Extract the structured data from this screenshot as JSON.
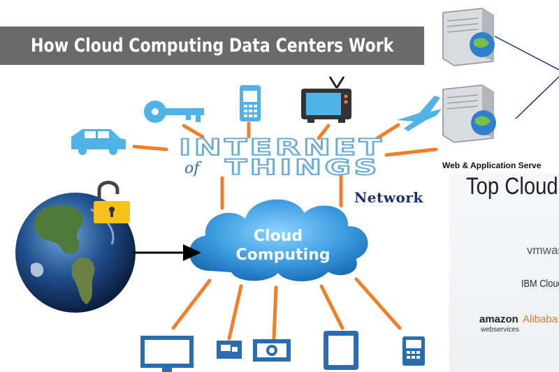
{
  "title": "How Cloud Computing Data Centers Work",
  "iot": {
    "line1": "INTERNET",
    "line2_of": "of",
    "line2_things": "THINGS"
  },
  "cloud_label": {
    "line1": "Cloud",
    "line2": "Computing"
  },
  "network_label": "Network",
  "server_caption": "Web & Application Serve",
  "top_cloud_heading": "Top Cloud",
  "providers": {
    "vmware": "vmware",
    "ibm": "IBM Cloud",
    "amazon": "amazon",
    "amazon_sub": "webservices",
    "alibaba": "Alibaba"
  },
  "colors": {
    "banner": "#6a6a6a",
    "connector": "#f07f2a",
    "icon_blue": "#4fb3e8",
    "cloud_blue": "#2f8fd8",
    "iot_text": "#6aaed6",
    "network_text": "#1a2f6b",
    "lock_yellow": "#f4c21b"
  },
  "icons": [
    "car-icon",
    "key-icon",
    "mobile-phone-icon",
    "television-icon",
    "airplane-icon",
    "globe-icon",
    "padlock-icon",
    "arrow-icon",
    "desktop-monitor-icon",
    "camera-cctv-icon",
    "photo-camera-icon",
    "tablet-icon",
    "handheld-device-icon",
    "server-icon"
  ]
}
